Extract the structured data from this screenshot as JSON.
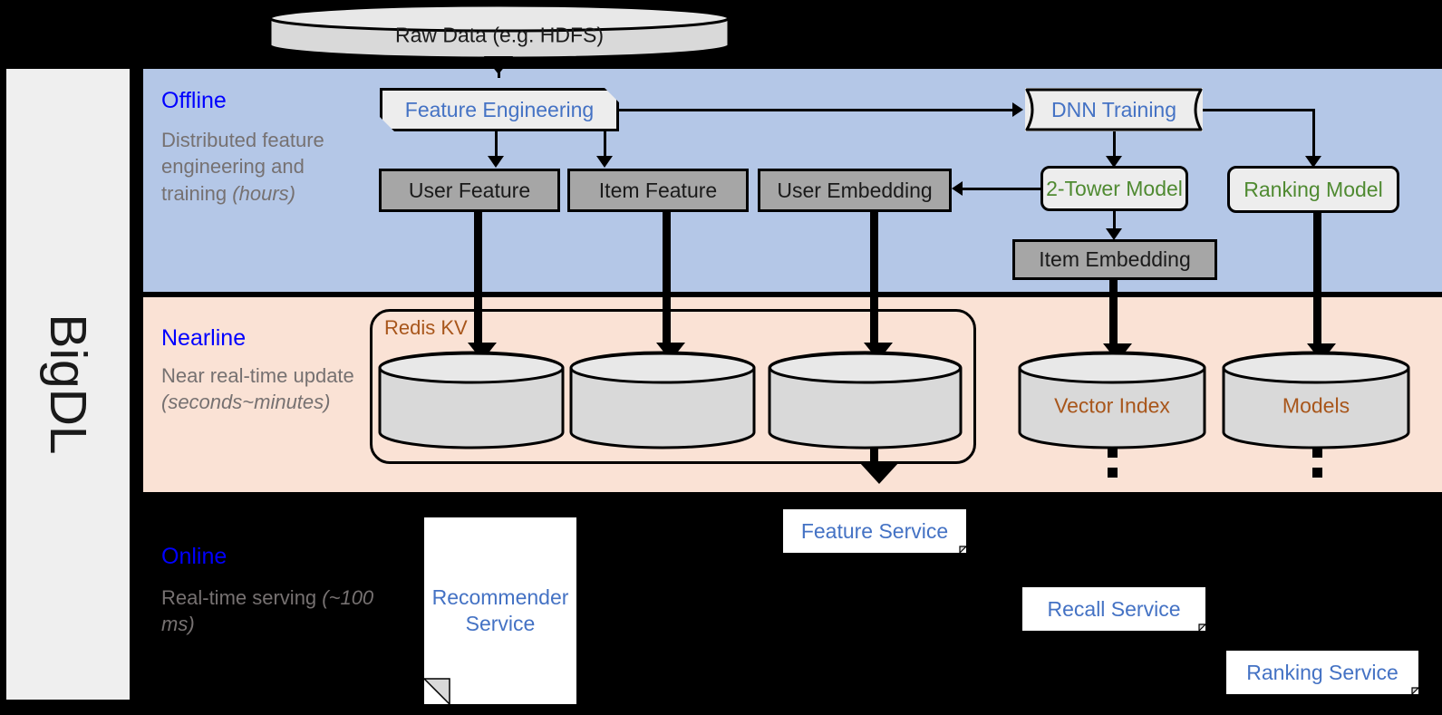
{
  "sidebar": {
    "label": "BigDL"
  },
  "bands": {
    "offline": {
      "title": "Offline",
      "description": "Distributed feature engineering and training ",
      "description_italic": "(hours)"
    },
    "nearline": {
      "title": "Nearline",
      "description": "Near real-time update ",
      "description_italic": "(seconds~minutes)"
    },
    "online": {
      "title": "Online",
      "description": "Real-time serving ",
      "description_italic": "(~100 ms)"
    }
  },
  "nodes": {
    "raw_data": "Raw Data (e.g. HDFS)",
    "feature_engineering": "Feature Engineering",
    "dnn_training": "DNN Training",
    "user_feature": "User Feature",
    "item_feature": "Item Feature",
    "user_embedding": "User Embedding",
    "two_tower_model": "2-Tower Model",
    "ranking_model": "Ranking Model",
    "item_embedding": "Item Embedding",
    "redis_kv": "Redis KV",
    "vector_index": "Vector Index",
    "models": "Models",
    "recommender_service": "Recommender Service",
    "feature_service": "Feature Service",
    "recall_service": "Recall Service",
    "ranking_service": "Ranking Service"
  },
  "colors": {
    "offline_band": "#b4c7e7",
    "nearline_band": "#fae2d5",
    "online_band": "#000000",
    "sidebar": "#efefef",
    "band_title": "#0000ff",
    "band_desc": "#767171",
    "grey_box": "#a6a6a6",
    "model_box_fill": "#ededed",
    "model_text_green": "#4f8a31",
    "model_text_blue": "#4472c4",
    "brown_text": "#a8561b",
    "cylinder_fill": "#d9d9d9",
    "service_fill": "#ffffff"
  }
}
